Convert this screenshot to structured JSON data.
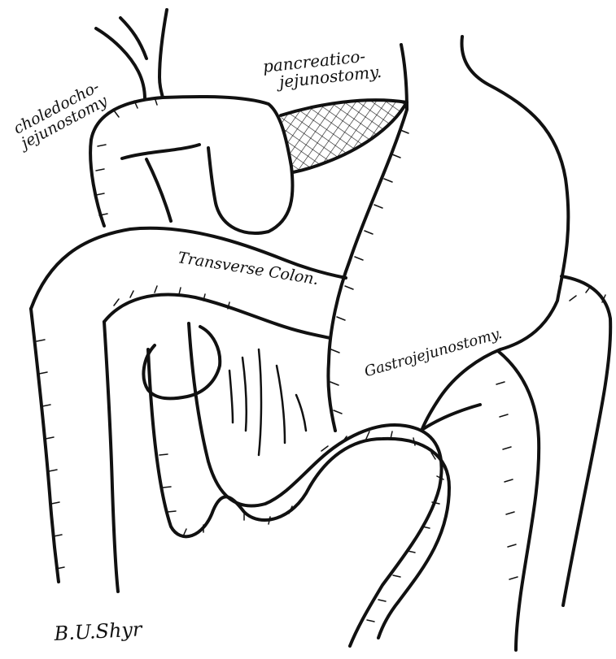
{
  "figure": {
    "labels": {
      "choledochojejunostomy_line1": "choledocho-",
      "choledochojejunostomy_line2": "jejunostomy",
      "pancreaticojejunostomy_line1": "pancreatico-",
      "pancreaticojejunostomy_line2": "jejunostomy.",
      "transverse_colon": "Transverse Colon.",
      "gastrojejunostomy": "Gastrojejunostomy.",
      "signature": "B.U.Shyr"
    },
    "colors": {
      "ink": "#111111",
      "paper": "#ffffff"
    }
  }
}
